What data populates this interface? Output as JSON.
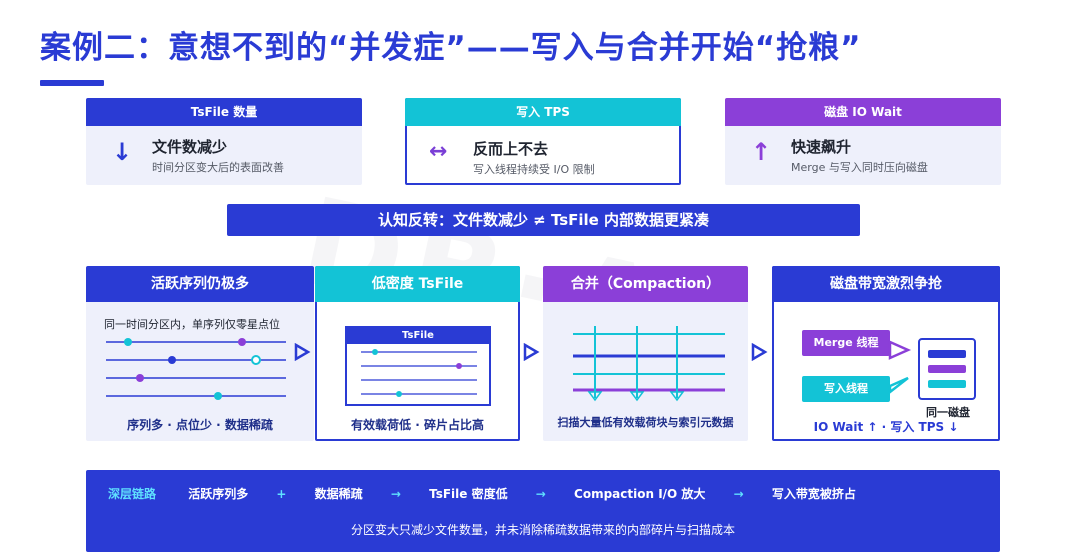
{
  "title": "案例二：意想不到的“并发症”——写入与合并开始“抢粮”",
  "metrics": [
    {
      "header": "TsFile 数量",
      "arrow": "↓",
      "main": "文件数减少",
      "sub": "时间分区变大后的表面改善"
    },
    {
      "header": "写入 TPS",
      "arrow": "↔",
      "main": "反而上不去",
      "sub": "写入线程持续受 I/O 限制"
    },
    {
      "header": "磁盘 IO Wait",
      "arrow": "↑",
      "main": "快速飙升",
      "sub": "Merge 与写入同时压向磁盘"
    }
  ],
  "banner": "认知反转：文件数减少 ≠ TsFile 内部数据更紧凑",
  "stages": {
    "s1": {
      "header": "活跃序列仍极多",
      "desc": "同一时间分区内，单序列仅零星点位",
      "foot": "序列多 · 点位少 · 数据稀疏"
    },
    "s2": {
      "header": "低密度 TsFile",
      "file_label": "TsFile",
      "foot": "有效载荷低 · 碎片占比高"
    },
    "s3": {
      "header": "合并（Compaction）",
      "foot": "扫描大量低有效载荷块与索引元数据"
    },
    "s4": {
      "header": "磁盘带宽激烈争抢",
      "merge_thread": "Merge 线程",
      "write_thread": "写入线程",
      "disk_label": "同一磁盘",
      "foot": "IO Wait ↑ · 写入 TPS ↓"
    }
  },
  "chain": {
    "label": "深层链路",
    "steps": [
      "活跃序列多",
      "数据稀疏",
      "TsFile 密度低",
      "Compaction I/O 放大",
      "写入带宽被挤占"
    ],
    "separators": [
      "+",
      "→",
      "→",
      "→"
    ],
    "note": "分区变大只减少文件数量，并未消除稀疏数据带来的内部碎片与扫描成本"
  },
  "colors": {
    "blue": "#2a3bd4",
    "cyan": "#13c3d6",
    "purple": "#8b3fd8",
    "light": "#eef0fb"
  }
}
